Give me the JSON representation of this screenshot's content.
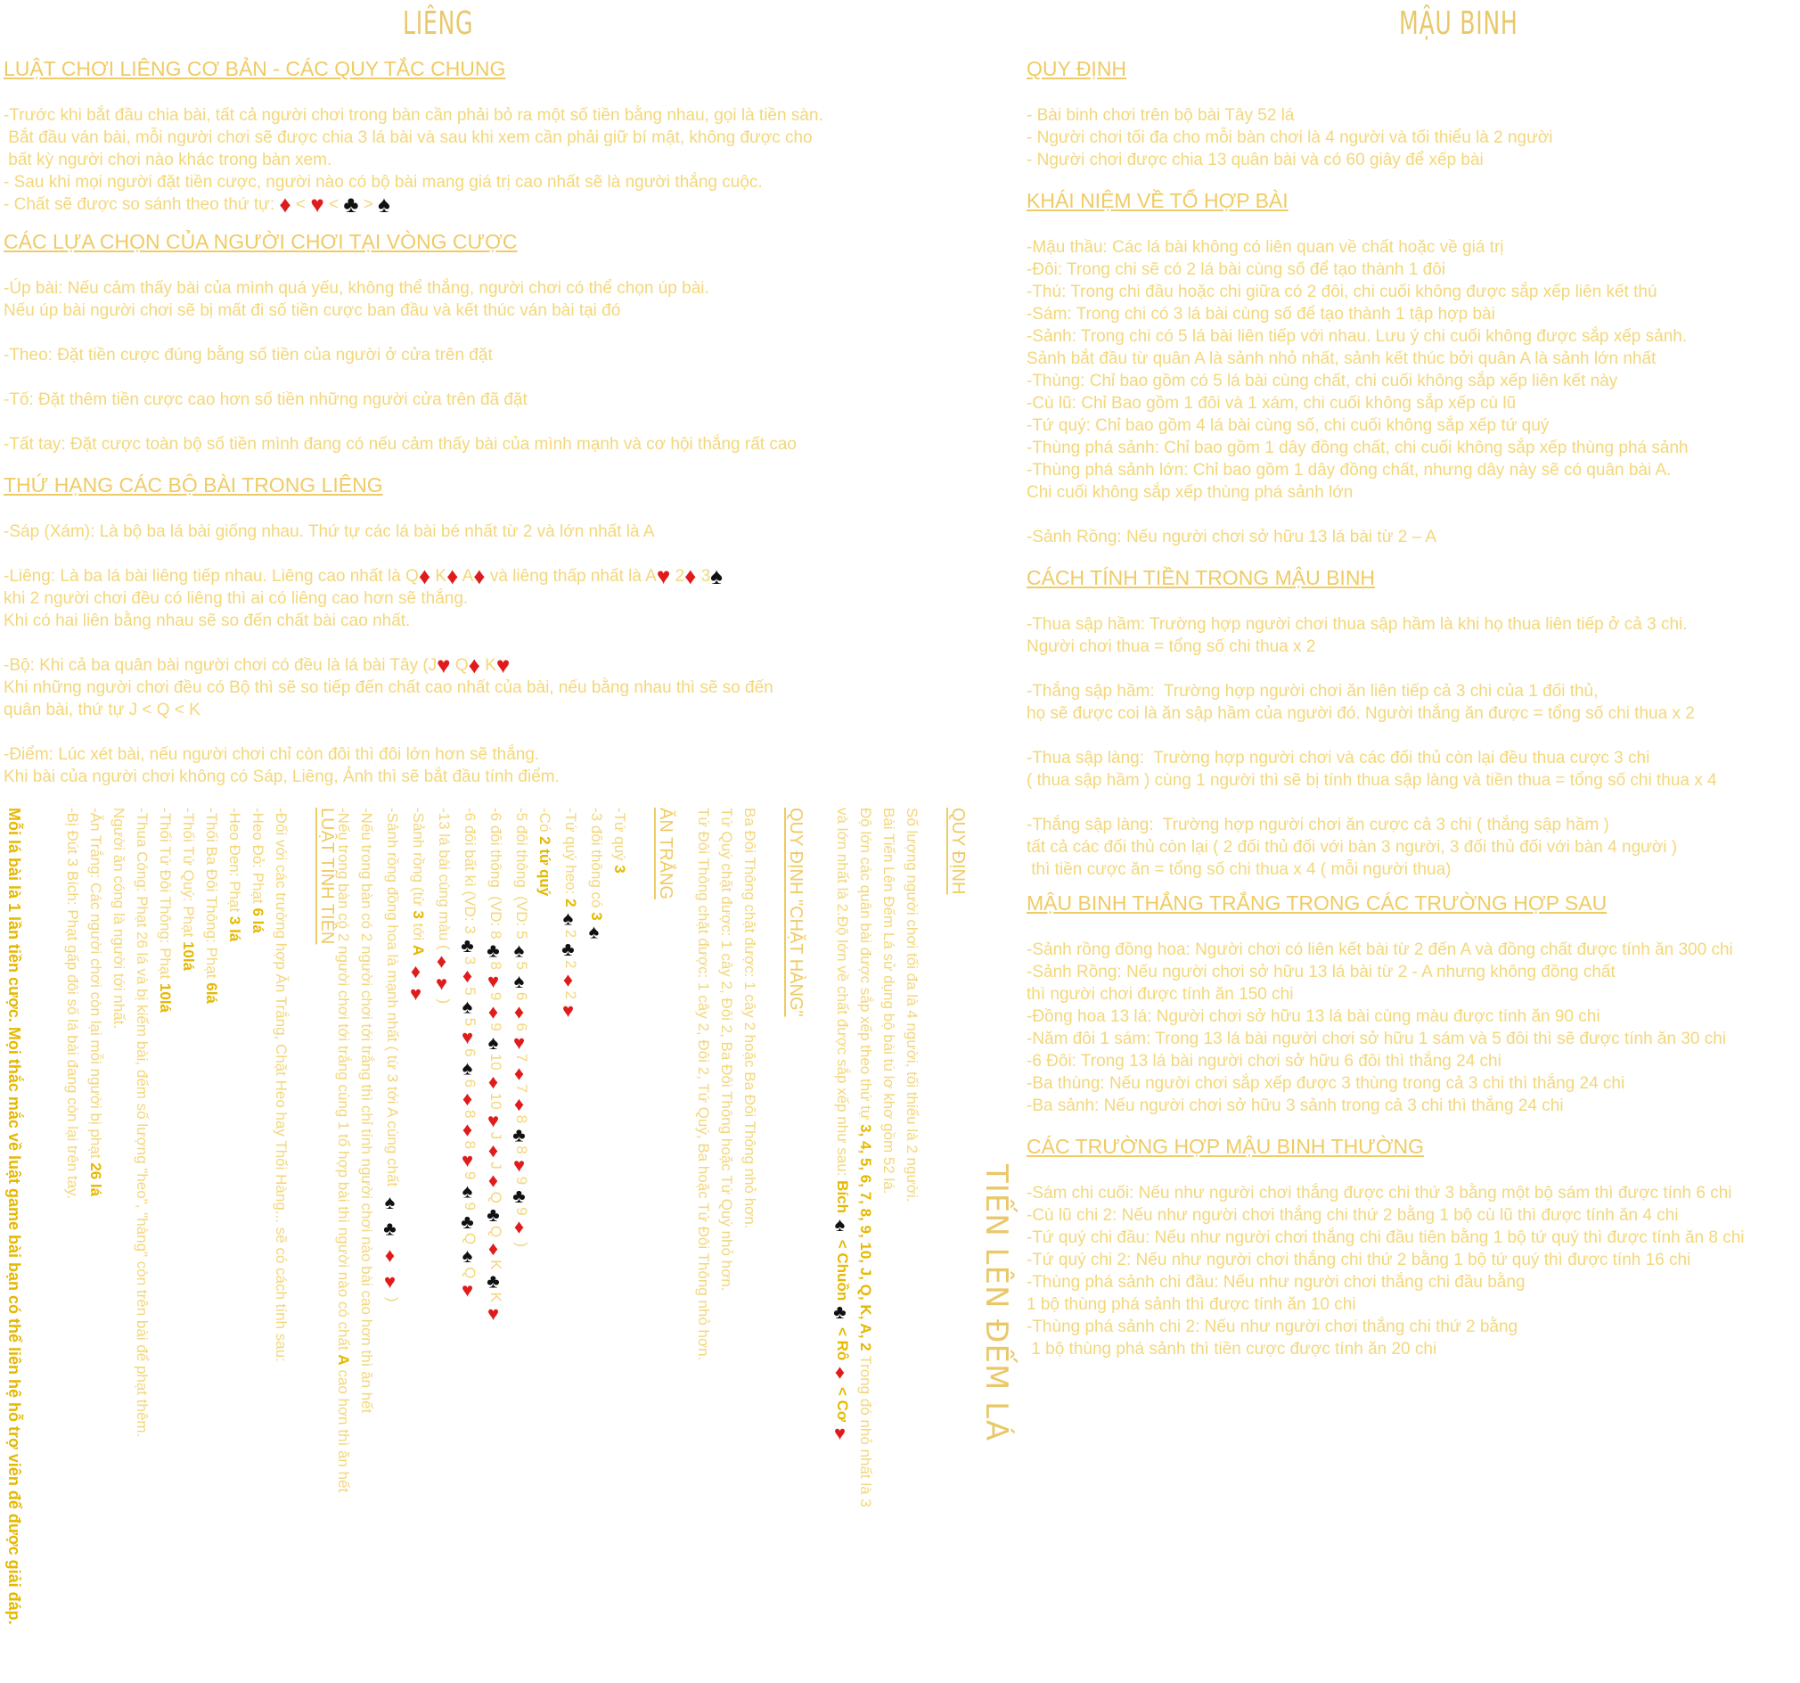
{
  "lieng": {
    "title": "LIÊNG",
    "h1": "LUẬT CHƠI LIÊNG CƠ BẢN - CÁC QUY TẮC CHUNG",
    "p1": "-Trước khi bắt đầu chia bài, tất cả người chơi trong bàn cần phải bỏ ra một số tiền bằng nhau, gọi là tiền sàn.",
    "p2": " Bắt đầu ván bài, mỗi người chơi sẽ được chia 3 lá bài và sau khi xem cần phải giữ bí mật, không được cho",
    "p3": " bất kỳ người chơi nào khác trong bàn xem.",
    "p4": "- Sau khi mọi người đặt tiền cược, người nào có bộ bài mang giá trị cao nhất sẽ là người thắng cuộc.",
    "p5": "- Chất sẽ được so sánh theo thứ tự:",
    "h2": "CÁC LỰA CHỌN CỦA NGƯỜI CHƠI TẠI VÒNG CƯỢC",
    "p6": "-Úp bài: Nếu cảm thấy bài của mình quá yếu, không thể thắng, người chơi có thể chọn úp bài.",
    "p7": "Nếu úp bài người chơi sẽ bị mất đi số tiền cược ban đầu và kết thúc ván bài tại đó",
    "p8": "-Theo: Đặt tiền cược đúng bằng số tiền của người ở cửa trên đặt",
    "p9": "-Tố: Đặt thêm tiền cược cao hơn số tiền những người cửa trên đã đặt",
    "p10": "-Tất tay: Đặt cược toàn bộ số tiền mình đang có nếu cảm thấy bài của mình mạnh và cơ hội thắng rất cao",
    "h3": "THỨ HẠNG CÁC BỘ BÀI TRONG LIÊNG",
    "p11": "-Sáp (Xám): Là bộ ba lá bài giống nhau. Thứ tự các lá bài bé nhất từ 2 và lớn nhất là A",
    "p12a": "-Liêng: Là ba lá bài liêng tiếp nhau. Liêng cao nhất là Q",
    "p12b": "K",
    "p12c": "A",
    "p12d": "và liêng thấp nhất là A",
    "p12e": "2",
    "p12f": "3",
    "p13": "khi 2 người chơi đều có liêng thì ai có liêng cao hơn sẽ thắng.",
    "p14": "Khi có hai liên bằng nhau sẽ so đến chất bài cao nhất.",
    "p15a": "-Bộ: Khi cả ba quân bài người chơi có đều là lá bài Tây (J",
    "p15b": "Q",
    "p15c": "K",
    "p16": "Khi những người chơi đều có Bộ thì sẽ so tiếp đến chất cao nhất của bài, nếu bằng nhau thì sẽ so đến",
    "p17": "quân bài, thứ tự J < Q < K",
    "p18": "-Điểm: Lúc xét bài, nếu người chơi chỉ còn đôi thì đôi lớn hơn sẽ thắng.",
    "p19": "Khi bài của người chơi không có Sáp, Liêng, Ảnh thì sẽ bắt đầu tính điểm."
  },
  "mau_binh": {
    "title": "MẬU BINH",
    "h1": "QUY ĐỊNH",
    "q1": "- Bài binh chơi trên bộ bài Tây 52 lá",
    "q2": "- Người chơi tối đa cho mỗi bàn chơi là 4 người và tối thiểu là 2 người",
    "q3": "- Người chơi được chia 13 quân bài và có 60 giây để xếp bài",
    "h2": "KHÁI NIỆM VỀ TỔ HỢP BÀI",
    "k1": "-Mậu thầu: Các lá bài không có liên quan về chất hoặc về giá trị",
    "k2": "-Đôi: Trong chi sẽ có 2 lá bài cùng số để tạo thành 1 đôi",
    "k3": "-Thú: Trong chi đầu hoặc chi giữa có 2 đôi, chi cuối không được sắp xếp liên kết thú",
    "k4": "-Sám: Trong chi có 3 lá bài cùng số để tạo thành 1 tập hợp bài",
    "k5": "-Sảnh: Trong chi có 5 lá bài liên tiếp với nhau. Lưu ý chi cuối không được sắp xếp sảnh.",
    "k6": "Sảnh bắt đầu từ quân A là sảnh nhỏ nhất, sảnh kết thúc bởi quân A là sảnh lớn nhất",
    "k7": "-Thùng: Chỉ bao gồm có 5 lá bài cùng chất, chi cuối không sắp xếp liên kết này",
    "k8": "-Cù lũ: Chỉ Bao gồm 1 đôi và 1 xám, chi cuối không sắp xếp cù lũ",
    "k9": "-Tứ quý: Chỉ bao gồm 4 lá bài cùng số, chi cuối không sắp xếp tứ quý",
    "k10": "-Thùng phá sảnh: Chỉ bao gồm 1 dây đồng chất, chi cuối không sắp xếp thùng phá sảnh",
    "k11": "-Thùng phá sảnh lớn: Chỉ bao gồm 1 dây đồng chất, nhưng dây này sẽ có quân bài A.",
    "k12": "Chi cuối không sắp xếp thùng phá sảnh lớn",
    "k13": "-Sảnh Rồng: Nếu người chơi sở hữu 13 lá bài từ 2 – A",
    "h3": "CÁCH TÍNH TIỀN TRONG MẬU BINH",
    "c1": "-Thua sập hầm: Trường hợp người chơi thua sập hầm là khi họ thua liên tiếp ở cả 3 chi.",
    "c2": "Người chơi thua = tổng số chi thua x 2",
    "c3": "-Thắng sập hầm:  Trường hợp người chơi ăn liên tiếp cả 3 chi của 1 đối thủ,",
    "c4": "họ sẽ được coi là ăn sập hầm của người đó. Người thắng ăn được = tổng số chi thua x 2",
    "c5": "-Thua sập làng:  Trường hợp người chơi và các đối thủ còn lại đều thua cược 3 chi",
    "c6": "( thua sập hầm ) cùng 1 người thì sẽ bị tính thua sập làng và tiền thua = tổng số chi thua x 4",
    "c7": "-Thắng sập làng:  Trường hợp người chơi ăn cược cả 3 chi ( thắng sập hầm )",
    "c8": "tất cả các đối thủ còn lại ( 2 đối thủ đối với bàn 3 người, 3 đối thủ đối với bàn 4 người )",
    "c9": " thì tiền cược ăn = tổng số chi thua x 4 ( mỗi người thua)",
    "h4": "MẬU BINH THẮNG TRẮNG TRONG CÁC TRƯỜNG HỢP SAU",
    "t1": "-Sảnh rồng đồng hoa: Người chơi có liên kết bài từ 2 đến A và đồng chất được tính ăn 300 chi",
    "t2": "-Sảnh Rồng: Nếu người chơi sở hữu 13 lá bài từ 2 - A nhưng không đồng chất",
    "t3": "thì người chơi được tính ăn 150 chi",
    "t4": "-Đồng hoa 13 lá: Người chơi sở hữu 13 lá bài cùng màu được tính ăn 90 chi",
    "t5": "-Năm đôi 1 sám: Trong 13 lá bài người chơi sở hữu 1 sám và 5 đôi thì sẽ được tính ăn 30 chi",
    "t6": "-6 Đôi: Trong 13 lá bài người chơi sở hữu 6 đôi thì thắng 24 chi",
    "t7": "-Ba thùng: Nếu người chơi sắp xếp được 3 thùng trong cả 3 chi thì thắng 24 chi",
    "t8": "-Ba sảnh: Nếu người chơi sở hữu 3 sảnh trong cả 3 chi thì thắng 24 chi",
    "h5": "CÁC TRƯỜNG HỢP MẬU BINH THƯỜNG",
    "n1": "-Sám chi cuối: Nếu như người chơi thắng được chi thứ 3 bằng một bộ sám thì được tính 6 chi",
    "n2": "-Cù lũ chi 2: Nếu như người chơi thắng chi thứ 2 bằng 1 bộ cù lũ thì được tính ăn 4 chi",
    "n3": "-Tứ quý chi đầu: Nếu như người chơi thắng chi đầu tiên bằng 1 bộ tứ quý thì được tính ăn 8 chi",
    "n4": "-Tứ quý chi 2: Nếu như người chơi thắng chi thứ 2 bằng 1 bộ tứ quý thì được tính 16 chi",
    "n5": "-Thùng phá sảnh chi đầu: Nếu như người chơi thắng chi đầu bằng",
    "n6": "1 bộ thùng phá sảnh thì được tính ăn 10 chi",
    "n7": "-Thùng phá sảnh chi 2: Nếu như người chơi thắng chi thứ 2 bằng",
    "n8": " 1 bộ thùng phá sảnh thì tiền cược được tính ăn 20 chi"
  },
  "tien_len": {
    "title": "TIẾN LÊN ĐẾM LÁ",
    "quy_dinh_title": "QUY ĐỊNH",
    "qd1": "Số lượng người chơi tối đa là 4 người, tối thiểu là 2 người.",
    "qd2": "Bài Tiến Lên Đếm Lá sử dụng bộ bài tú lơ khơ gồm 52 lá.",
    "qd3": "Độ lớn các quân bài được sắp xếp theo thứ tự",
    "qd3b": "3, 4, 5, 6, 7, 8, 9, 10, J, Q, K, A, 2",
    "qd3c": "Trong đó nhỏ nhất là 3",
    "qd4": "và lớn nhất là 2.Độ lớn về chất được sắp xếp như sau:",
    "qd4b": "Bích",
    "qd4c": "< Chuồn",
    "qd4d": "< Rô",
    "qd4e": "< Cơ",
    "chat_hang_title": "QUY ĐỊNH \"CHẶT HÀNG\"",
    "ch1": "Ba Đôi Thông chặt được: 1 cây 2 hoặc Ba Đôi Thông nhỏ hơn.",
    "ch2": "Tứ Quý chặt được: 1 cây 2, Đôi 2, Ba Đôi Thông hoặc Tứ Quý nhỏ hơn.",
    "ch3": "Tứ Đôi Thông chặt được: 1 cây 2, Đôi 2, Tứ Quý, Ba hoặc Tứ Đôi Thông nhỏ hơn.",
    "an_trang_title": "ĂN TRẮNG",
    "at1": "-Tứ quý",
    "at1b": "3",
    "at2": "-3 đôi thông có",
    "at2b": "3",
    "at3": "-Tứ quý heo:",
    "at3b": "2",
    "at4": "-Có",
    "at4b": "2 tứ quý",
    "at5": "-5 đôi thông  (VD:",
    "at6": "-6 đôi thông  (VD:",
    "at7": "-6 đôi bất kì (VD:",
    "at8": "-13 lá bài cùng màu (",
    "at9": "-Sảnh rồng (từ",
    "at10": "-Sảnh rồng đồng hoa là mạnh nhất ( từ 3 tới A cùng chất",
    "at11": "-Nếu trong bàn có 2 người chơi tới trắng thì chỉ tính người chơi nào bài cao hơn thì ăn hết",
    "at12": "-Nếu trong bàn có 2 người chơi tới trắng cùng 1 tổ hợp bài thì người nào có chất",
    "at12b": "A",
    "at12c": "cao hơn thì ăn hết",
    "luat_tinh_tien_title": "LUẬT TÍNH TIỀN",
    "lt1": "-Đối với các trường hợp Ăn Trắng, Chặt Heo hay Thối Hàng... sẽ có cách tính sau:",
    "lt2": "-Heo Đỏ: Phạt",
    "lt2b": "6 lá",
    "lt3": "-Heo Đen: Phạt",
    "lt3b": "3 lá",
    "lt4": "-Thối Ba Đôi Thông: Phạt",
    "lt4b": "6lá",
    "lt5": "-Thối Tứ Quý: Phạt",
    "lt5b": "10lá",
    "lt6": "-Thối Tứ Đôi Thông: Phạt",
    "lt6b": "10lá",
    "lt7": "-Thua Cóng: Phạt 26 lá và bị kiểm bài, đếm số lượng \"heo\", \"hàng\" còn trên bài để phạt thêm.",
    "lt8": "Người ăn cóng là người tới nhất.",
    "lt9": "-Ăn Trắng: Các người chơi còn lại mỗi người bị phạt",
    "lt9b": "26 lá",
    "lt10": "-Bị Đút 3 Bích: Phạt gấp đôi số lá bài đang còn lại trên tay.",
    "note": "Mỗi lá bài là 1 lần tiền cược. Mọi thắc mắc về luật game bài bạn có thể liên hệ hỗ trợ viên để được giải đáp."
  }
}
